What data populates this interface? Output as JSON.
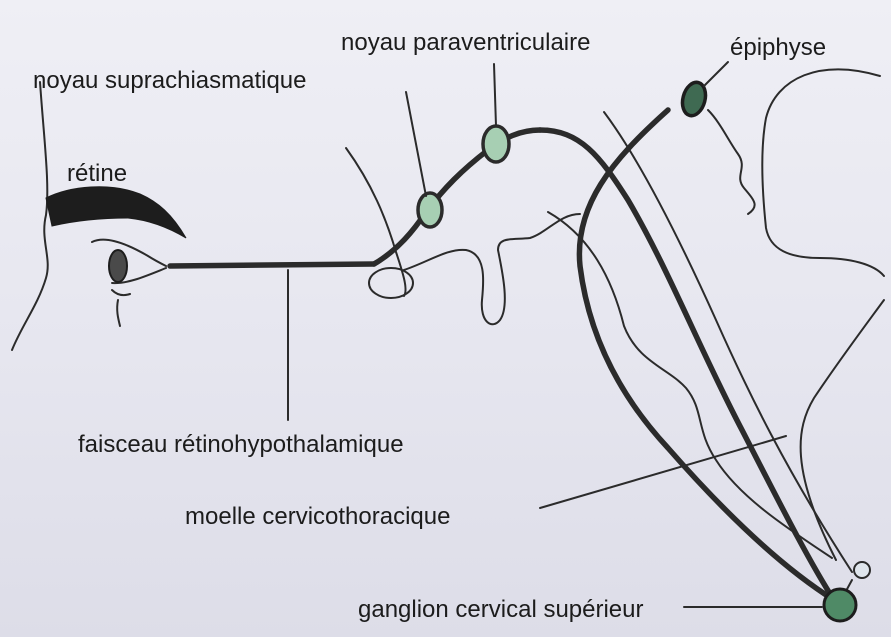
{
  "diagram": {
    "labels": {
      "retine": "rétine",
      "noyau_suprachiasmatique": "noyau suprachiasmatique",
      "noyau_paraventriculaire": "noyau paraventriculaire",
      "epiphyse": "épiphyse",
      "faisceau": "faisceau rétinohypothalamique",
      "moelle": "moelle cervicothoracique",
      "ganglion": "ganglion cervical supérieur"
    },
    "colors": {
      "background": "#e9e9f1",
      "line": "#2b2b2b",
      "nucleus_fill": "#a7cfb3",
      "epiphyse_fill": "#3f6a52",
      "ganglion_fill": "#4f8a66"
    }
  }
}
